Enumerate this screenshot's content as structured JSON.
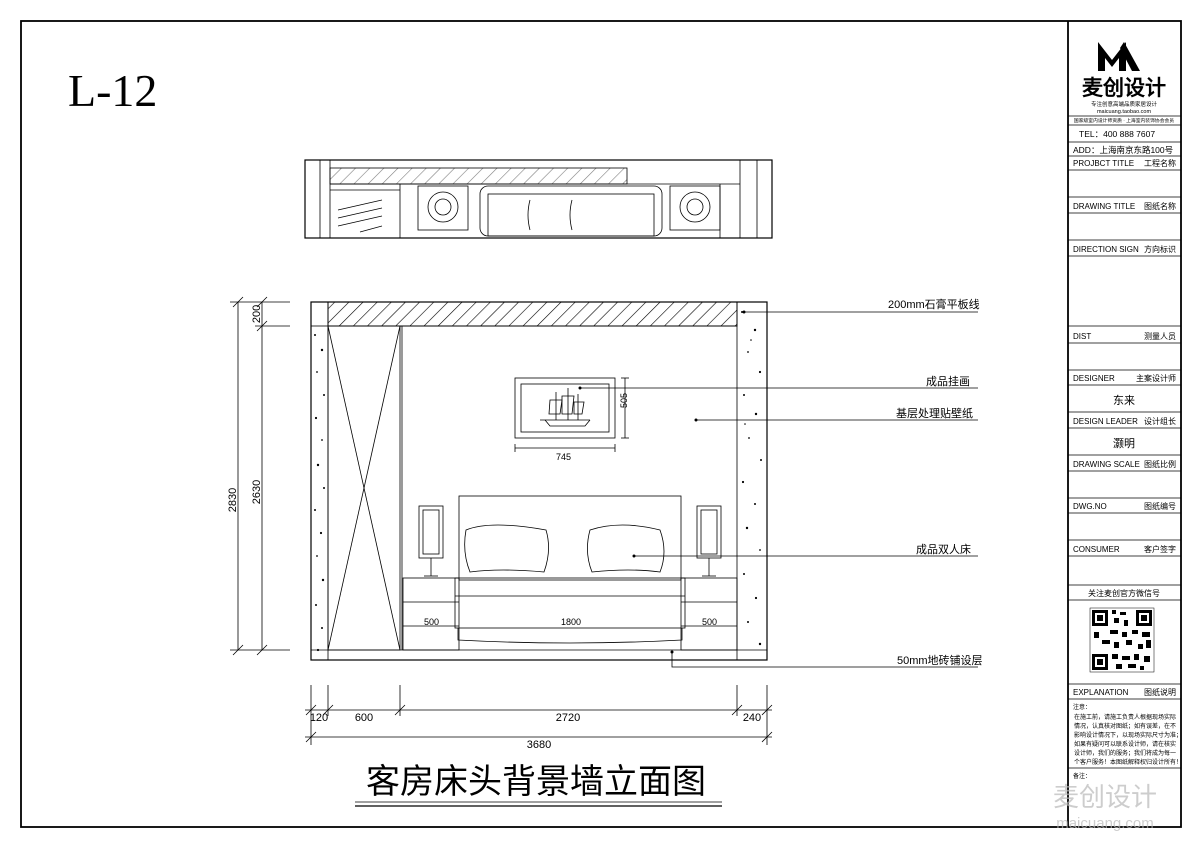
{
  "sheet": {
    "number": "L-12",
    "title": "客房床头背景墙立面图",
    "watermark": "麦创设计",
    "watermark_url": "maicuang.com"
  },
  "title_block": {
    "brand": "麦创设计",
    "slogan": "专注创意高端品质家居设计",
    "url": "maicuang.taobao.com",
    "tagline": "国家级室内设计师资质 · 上海室内装饰协会会员",
    "tel": "TEL：400 888 7607",
    "add": "ADD：上海南京东路100号",
    "rows": [
      {
        "en": "PROJBCT TITLE",
        "cn": "工程名称",
        "value": ""
      },
      {
        "en": "DRAWING TITLE",
        "cn": "图纸名称",
        "value": ""
      },
      {
        "en": "DIRECTION SIGN",
        "cn": "方向标识",
        "value": ""
      },
      {
        "en": "DIST",
        "cn": "测量人员",
        "value": ""
      },
      {
        "en": "DESIGNER",
        "cn": "主案设计师",
        "value": "东来"
      },
      {
        "en": "DESIGN LEADER",
        "cn": "设计组长",
        "value": "灏明"
      },
      {
        "en": "DRAWING SCALE",
        "cn": "图纸比例",
        "value": ""
      },
      {
        "en": "DWG.NO",
        "cn": "图纸编号",
        "value": ""
      },
      {
        "en": "CONSUMER",
        "cn": "客户签字",
        "value": ""
      }
    ],
    "qr_caption": "关注麦创官方微信号",
    "explanation_en": "EXPLANATION",
    "explanation_cn": "图纸说明",
    "notes_title": "注意：",
    "notes_lines": [
      "在施工前，请施工负责人根据现场实际",
      "情况，认真核对图纸；如有误差，在不",
      "影响设计情况下，以现场实际尺寸为准；",
      "如果有疑问可以联系设计师，请在核实",
      "设计师，我们的服务；我们将成为每一",
      "个客户服务！本图纸解释权归设计所有！"
    ],
    "remark": "备注："
  },
  "callouts": [
    "200mm石膏平板线",
    "成品挂画",
    "基层处理贴壁纸",
    "成品双人床",
    "50mm地砖铺设层"
  ],
  "dimensions": {
    "left_outer": "2830",
    "left_inner": "2630",
    "left_top": "200",
    "bottom_segments": [
      "120",
      "600",
      "2720",
      "240"
    ],
    "bottom_total": "3680",
    "painting_w": "745",
    "painting_h": "505",
    "nightstand_left": "500",
    "bed_w": "1800",
    "nightstand_right": "500"
  }
}
